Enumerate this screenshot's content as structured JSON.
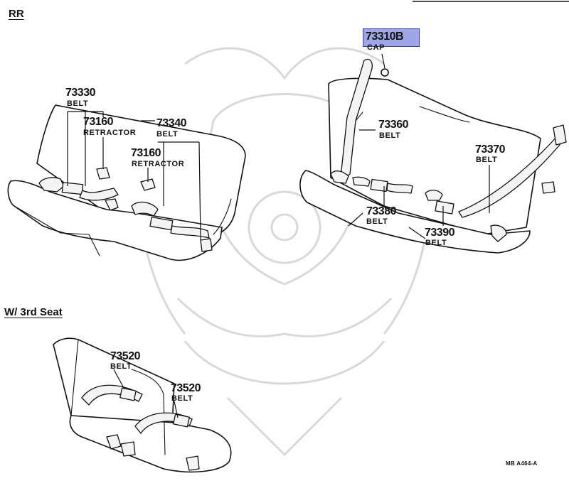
{
  "sections": {
    "rear": "RR",
    "third_seat": "W/ 3rd Seat"
  },
  "parts": {
    "p73310b": {
      "number": "73310B",
      "name": "CAP",
      "highlight": "#9fa6e6"
    },
    "p73330": {
      "number": "73330",
      "name": "BELT"
    },
    "p73160a": {
      "number": "73160",
      "name": "RETRACTOR"
    },
    "p73340": {
      "number": "73340",
      "name": "BELT"
    },
    "p73160b": {
      "number": "73160",
      "name": "RETRACTOR"
    },
    "p73360": {
      "number": "73360",
      "name": "BELT"
    },
    "p73370": {
      "number": "73370",
      "name": "BELT"
    },
    "p73380": {
      "number": "73380",
      "name": "BELT"
    },
    "p73390": {
      "number": "73390",
      "name": "BELT"
    },
    "p73520a": {
      "number": "73520",
      "name": "BELT"
    },
    "p73520b": {
      "number": "73520",
      "name": "BELT"
    }
  },
  "figure_ref": "MB A464-A"
}
